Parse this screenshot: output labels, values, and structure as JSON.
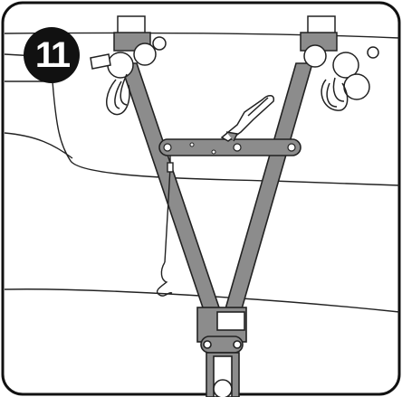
{
  "step": {
    "number": "11"
  },
  "colors": {
    "frame": "#111111",
    "bar_fill": "#8c8c8c",
    "bar_stroke": "#222222",
    "line": "#222222",
    "badge": "#111111"
  },
  "parts": {
    "frame_bars": "tow-bar-frame",
    "clamps": [
      "left-clamp-icon",
      "right-clamp-icon"
    ],
    "handle": "adjusting-handle-icon",
    "cable": "safety-cable"
  }
}
